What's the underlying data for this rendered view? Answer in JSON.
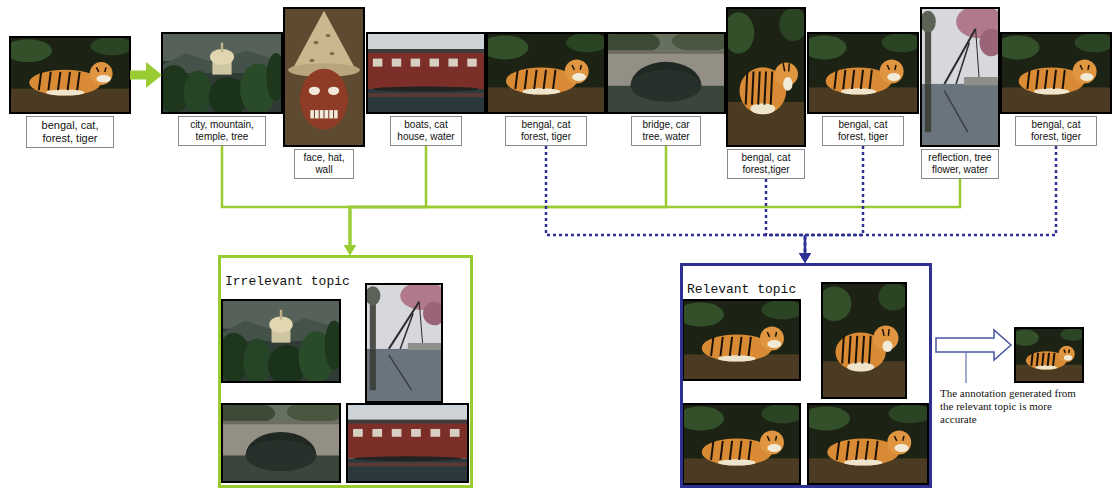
{
  "diagram": {
    "nodes": [
      {
        "text": [
          "bengal, cat, forest, tiger"
        ]
      },
      {
        "text": [
          "city, mountain, temple, tree"
        ]
      },
      {
        "text": [
          "face, hat, wall"
        ]
      },
      {
        "text": [
          "boats, cat house, water"
        ]
      },
      {
        "text": [
          "bengal, cat forest, tiger"
        ]
      },
      {
        "text": [
          "bridge, car tree, water"
        ]
      },
      {
        "text": [
          "bengal, cat forest,tiger"
        ]
      },
      {
        "text": [
          "bengal, cat forest, tiger"
        ]
      },
      {
        "text": [
          "reflection, tree flower, water"
        ]
      },
      {
        "text": [
          "bengal, cat forest, tiger"
        ]
      },
      {
        "text": [
          "Irrelevant topic"
        ]
      },
      {
        "text": [
          "Relevant topic"
        ]
      }
    ],
    "edges": [
      {
        "from": 0,
        "to": 1,
        "arrow": "to"
      },
      {
        "from": 1,
        "to": 10,
        "arrow": "to"
      },
      {
        "from": 3,
        "to": 10,
        "arrow": "to"
      },
      {
        "from": 5,
        "to": 10,
        "arrow": "to"
      },
      {
        "from": 8,
        "to": 10,
        "arrow": "to"
      },
      {
        "from": 4,
        "to": 11,
        "arrow": "to"
      },
      {
        "from": 6,
        "to": 11,
        "arrow": "to"
      },
      {
        "from": 7,
        "to": 11,
        "arrow": "to"
      },
      {
        "from": 9,
        "to": 11,
        "arrow": "to"
      }
    ],
    "labels": [
      "The annotation generated from the relevant topic is more accurate"
    ]
  }
}
